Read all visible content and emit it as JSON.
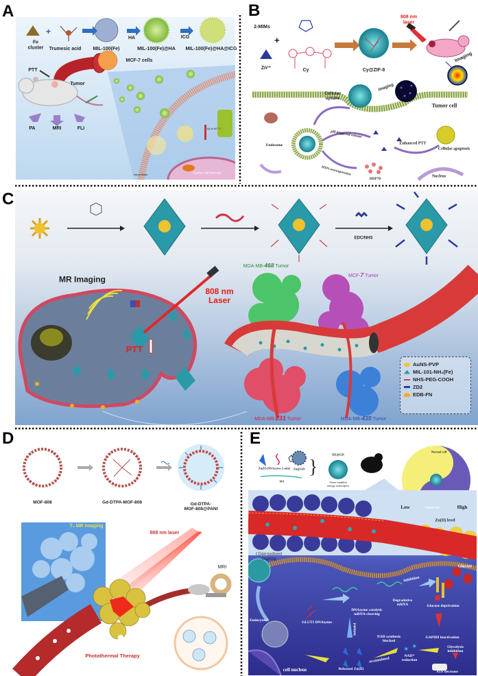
{
  "panels": {
    "A": {
      "label": "A",
      "fe_cluster": "Fe\ncluster",
      "trumesic_acid": "Trumesic acid",
      "mil100": "MIL-100(Fe)",
      "ha": "HA",
      "mil100_ha": "MIL-100(Fe)@HA",
      "icg": "ICG",
      "mil100_ha_icg": "MIL-100(Fe)@HA@ICG",
      "mcf7_cells": "MCF-7 cells",
      "ptt": "PTT",
      "tumor": "Tumor",
      "pa": "PA",
      "mri": "MRI",
      "fli": "FLI",
      "temp": "Up to 60 °C",
      "intracellular": "Intracellular",
      "cancer_cell_necrosis": "Cancer cell necrosis"
    },
    "B": {
      "label": "B",
      "mims": "2-MIMs",
      "zn": "Zn²⁺",
      "cy": "Cy",
      "cy_zif8": "Cy@ZIF-8",
      "laser": "808 nm\nlaser",
      "imaging_mouse": "Imaging",
      "imaging_cell": "Imaging",
      "cellular_uptake": "Cellular\nuptake",
      "tumor_cell": "Tumor cell",
      "ph_release": "pH triggered release",
      "endosome": "Endosome",
      "enhanced_ptt": "Enhanced PTT",
      "cellular_apoptosis": "Cellular apoptosis",
      "hsps": "HSPs overexpression",
      "hsp70": "HSP70",
      "nucleus": "Nucleus"
    },
    "C": {
      "label": "C",
      "edc_nhs": "EDC/NHS",
      "mr_imaging": "MR Imaging",
      "laser": "808 nm\nLaser",
      "ptt": "PTT",
      "tumor_468_prefix": "MDA-MB-",
      "tumor_468_num": "468",
      "tumor_mcf7_prefix": "MCF-",
      "tumor_mcf7_num": "7",
      "tumor_231_prefix": "MDA-MB-",
      "tumor_231_num": "231",
      "tumor_435_prefix": "MDA-MB-",
      "tumor_435_num": "435",
      "tumor_word": "Tumor",
      "legend": [
        "AuNS-PVP",
        "MIL-101-NH₂(Fe)",
        "NHS-PEG-COOH",
        "ZD2",
        "EDB-FN"
      ]
    },
    "D": {
      "label": "D",
      "mof808": "MOF-808",
      "gd_dtpa_mof808": "Gd-DTPA-MOF-808",
      "gd_dtpa_mof808_pani": "Gd-DTPA-\nMOF-808@PANI",
      "t1_mr_imaging": "T₁ MR Imaging",
      "laser": "808 nm laser",
      "mri": "MRI",
      "photothermal_therapy": "Photothermal Therapy"
    },
    "E": {
      "label": "E",
      "reagents": "Zn(II)  DNAzyme  2-mim",
      "zn_gd": "Zn@GD",
      "hz_gd": "HZ@GD",
      "ha": "HA",
      "nano_interrupter": "Nano-enabled\nenergy interrupter",
      "normal_cell": "Normal cell",
      "tumor_cell": "Tumor cell",
      "low": "Low",
      "high": "High",
      "zn_level": "Zn(II) level",
      "cd44": "CD44-mediated\ntargeting",
      "glucose": "Glucose",
      "inhibition": "Inhibition",
      "degradative_mrna": "Degradative\nmRNA",
      "glucose_deprivation": "Glucose deprivation",
      "dnazyme_catalytic": "DNAzyme catalytic\nmRNA-cleaving",
      "endocytosis": "Endocytosis",
      "glut1_dnazyme": "GLUT1 DNAzyme",
      "initiated": "Initiated",
      "nad_blocked": "NAD synthesis\nblocked",
      "gapdh": "GAPDH inactivation",
      "glycolysis": "Glycolysis\ninhibition",
      "accumulated": "accumulated",
      "nad_reduction": "NAD⁺\nreduction",
      "atp_decrease": "ATP decrease",
      "cell_nucleus": "cell nucleus",
      "released_zn": "Released Zn(II)"
    }
  },
  "colors": {
    "laser_red": "#e0201a",
    "panel_a_bg": "#cfe3f5",
    "panel_c_bg": "#9fb9d9",
    "panel_e_bg": "#3b3aa0",
    "teal": "#2aa9b5",
    "vessel_red": "#d8302c"
  }
}
